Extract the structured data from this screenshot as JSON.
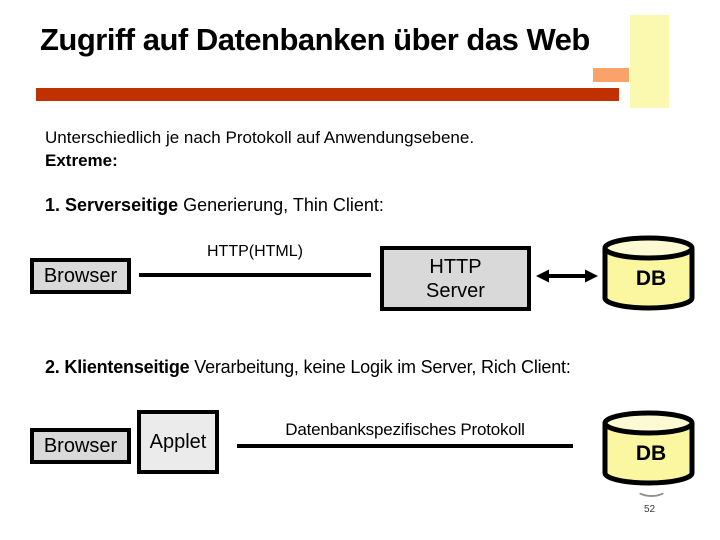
{
  "slide": {
    "title": "Zugriff auf Datenbanken über das Web",
    "page_number": "52",
    "intro": {
      "line1": "Unterschiedlich je nach Protokoll auf Anwendungsebene.",
      "line2": "Extreme:"
    },
    "section1": {
      "heading_bold": "1. Serverseitige",
      "heading_rest": " Generierung, Thin Client:"
    },
    "section2": {
      "heading_bold": "2. Klientenseitige",
      "heading_rest": " Verarbeitung, keine Logik im Server, Rich Client:"
    },
    "diagram1": {
      "browser_label": "Browser",
      "link_label": "HTTP(HTML)",
      "server_line1": "HTTP",
      "server_line2": "Server",
      "db_label": "DB",
      "arrow_type": "double-headed"
    },
    "diagram2": {
      "browser_label": "Browser",
      "applet_label": "Applet",
      "link_label": "Datenbankspezifisches Protokoll",
      "db_label": "DB"
    },
    "colors": {
      "accent_red_bar": "#C13000",
      "accent_orange_square": "#F9A36B",
      "accent_yellow_bar": "#FBF8B0",
      "box_fill_gray": "#D9D9D9",
      "applet_fill_gray": "#EBEBEB",
      "cylinder_body_yellow": "#FAF7A0",
      "cylinder_top_yellow": "#FCFAD2",
      "outline_black": "#000000"
    }
  }
}
